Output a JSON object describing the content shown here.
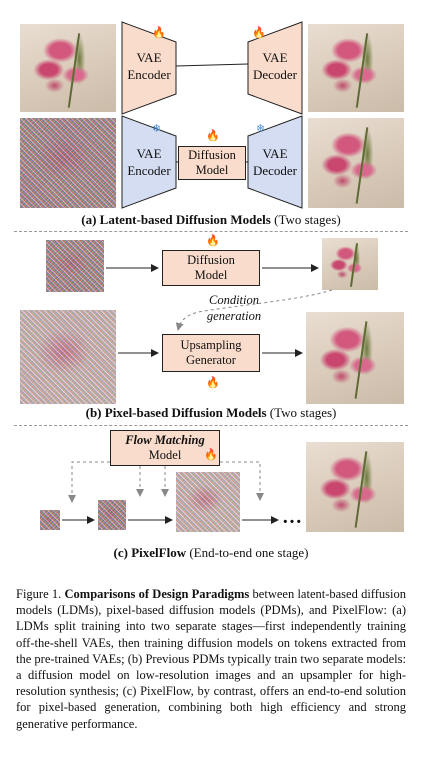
{
  "section_a": {
    "vae_encoder_top": "VAE\nEncoder",
    "vae_decoder_top": "VAE\nDecoder",
    "vae_encoder_bottom": "VAE\nEncoder",
    "diffusion_model": "Diffusion\nModel",
    "vae_decoder_bottom": "VAE\nDecoder",
    "caption_bold": "(a) Latent-based Diffusion Models",
    "caption_rest": " (Two stages)"
  },
  "section_b": {
    "diffusion_model": "Diffusion\nModel",
    "condition_generation": "Condition\ngeneration",
    "upsampling_generator": "Upsampling\nGenerator",
    "caption_bold": "(b) Pixel-based Diffusion Models",
    "caption_rest": " (Two stages)"
  },
  "section_c": {
    "flow_matching": "Flow Matching",
    "model": "Model",
    "ellipsis": "…",
    "caption_bold": "(c) PixelFlow",
    "caption_rest": " (End-to-end one stage)"
  },
  "figure_caption": {
    "label": "Figure 1.",
    "bold_title": "Comparisons of Design Paradigms",
    "body": " between latent-based diffusion models (LDMs), pixel-based diffusion models (PDMs), and PixelFlow: (a) LDMs split training into two separate stages—first independently training off-the-shell VAEs, then training diffusion models on tokens extracted from the pre-trained VAEs; (b) Previous PDMs typically train two separate models: a diffusion model on low-resolution images and an upsampler for high-resolution synthesis; (c) PixelFlow, by contrast, offers an end-to-end solution for pixel-based generation, combining both high efficiency and strong generative performance."
  },
  "colors": {
    "trainable_box": "#f9dccb",
    "frozen_box": "#d4ddf1",
    "fire_icon": "#f06a1c",
    "snow_icon": "#4a90d9"
  },
  "icons": [
    "fire-icon",
    "snowflake-icon",
    "arrow-right-icon",
    "dashed-arrow-icon"
  ]
}
